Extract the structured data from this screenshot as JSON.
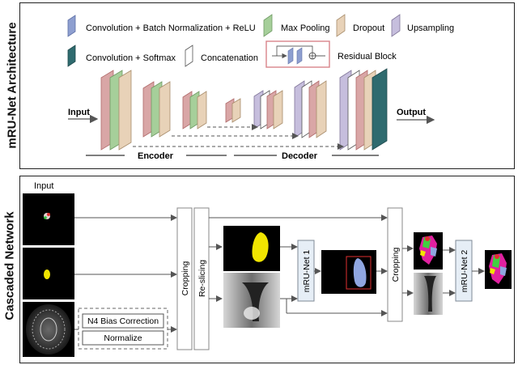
{
  "architecture": {
    "title": "mRU-Net Architecture",
    "legend": {
      "conv_bn_relu": "Convolution + Batch Normalization + ReLU",
      "max_pooling": "Max Pooling",
      "dropout": "Dropout",
      "upsampling": "Upsampling",
      "conv_softmax": "Convolution + Softmax",
      "concatenation": "Concatenation",
      "residual_block": "Residual Block"
    },
    "input_label": "Input",
    "output_label": "Output",
    "encoder_label": "Encoder",
    "decoder_label": "Decoder"
  },
  "cascade": {
    "title": "Cascaded Network",
    "input_label": "Input",
    "n4_label": "N4 Bias Correction",
    "normalize_label": "Normalize",
    "cropping1_label": "Cropping",
    "reslicing_label": "Re-slicing",
    "net1_label": "mRU-Net 1",
    "cropping2_label": "Cropping",
    "net2_label": "mRU-Net 2"
  },
  "colors": {
    "conv": "#d9a6a6",
    "conv_edge": "#b06a6a",
    "pool": "#a6cf9a",
    "dropout": "#e8d2b8",
    "upsampling": "#c6bedd",
    "conv_legend": "#8e9fd0",
    "softmax": "#2f6b6f",
    "concat": "#ffffff",
    "residual_border": "#d9848a",
    "box_fill": "#e6eef6",
    "box_edge": "#7f8a96",
    "arrow": "#555555",
    "seg_yellow": "#f1e500",
    "seg_blue": "#8fa6e0",
    "crop_red": "#e03030"
  }
}
